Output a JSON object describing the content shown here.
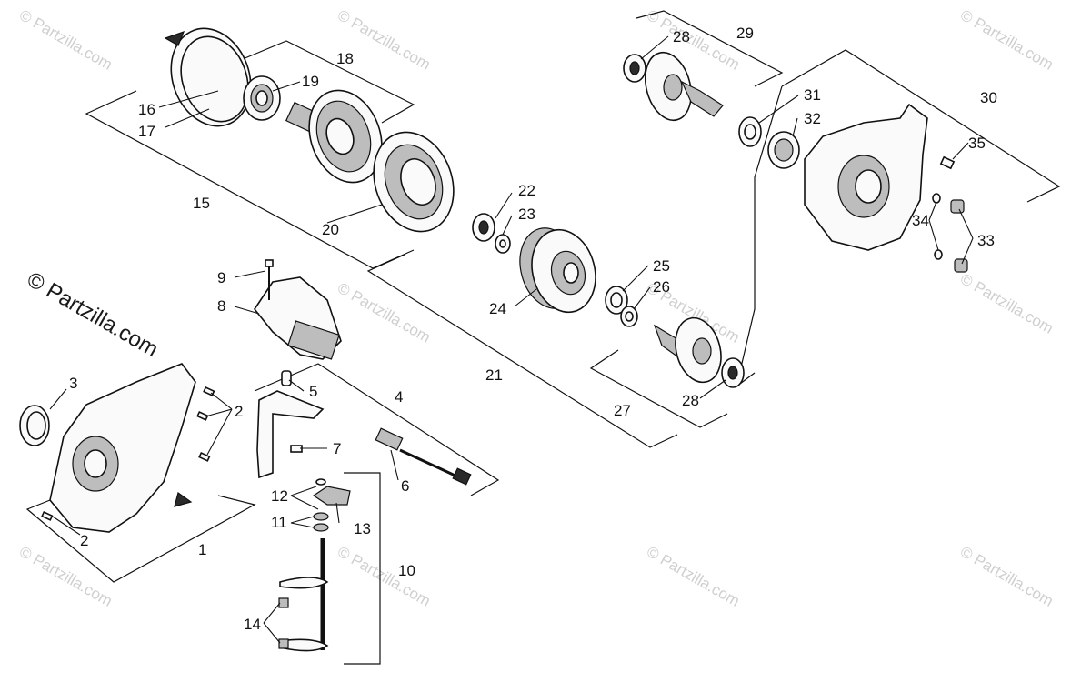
{
  "diagram": {
    "callouts": [
      "1",
      "2",
      "2",
      "3",
      "4",
      "5",
      "6",
      "7",
      "8",
      "9",
      "10",
      "11",
      "12",
      "13",
      "14",
      "15",
      "16",
      "17",
      "18",
      "19",
      "20",
      "21",
      "22",
      "23",
      "24",
      "25",
      "26",
      "27",
      "28",
      "28",
      "29",
      "30",
      "31",
      "32",
      "33",
      "34",
      "35"
    ],
    "watermark_text": "© Partzilla.com",
    "arrows": [
      "triangle-arrow-top",
      "triangle-arrow-bottom"
    ]
  }
}
